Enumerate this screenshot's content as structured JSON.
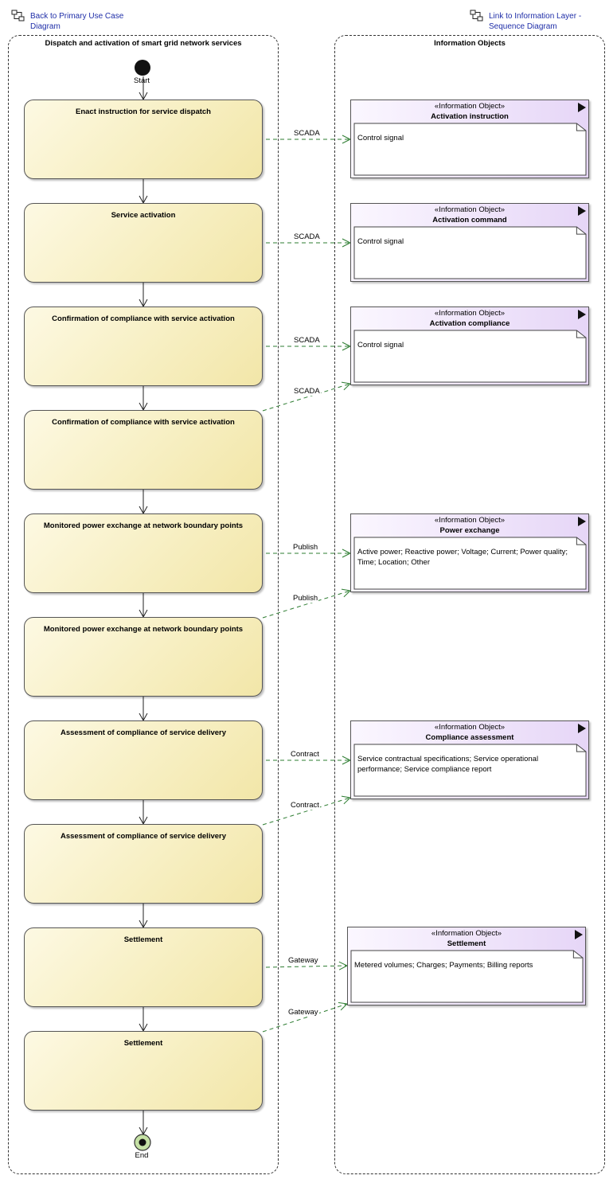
{
  "links": {
    "back": "Back to Primary Use Case Diagram",
    "info_layer": "Link to Information Layer - Sequence Diagram"
  },
  "partitions": {
    "left_title": "Dispatch and activation of smart grid network services",
    "right_title": "Information Objects"
  },
  "start_label": "Start",
  "end_label": "End",
  "actions": [
    {
      "label": "Enact instruction for service dispatch"
    },
    {
      "label": "Service activation"
    },
    {
      "label": "Confirmation of compliance with service activation"
    },
    {
      "label": "Confirmation of compliance with service activation"
    },
    {
      "label": "Monitored power exchange at network boundary points"
    },
    {
      "label": "Monitored power exchange at network boundary points"
    },
    {
      "label": "Assessment of compliance of service delivery"
    },
    {
      "label": "Assessment of compliance of service delivery"
    },
    {
      "label": "Settlement"
    },
    {
      "label": "Settlement"
    }
  ],
  "info_objects": [
    {
      "stereotype": "«Information Object»",
      "name": "Activation instruction",
      "note": "Control signal"
    },
    {
      "stereotype": "«Information Object»",
      "name": "Activation command",
      "note": "Control signal"
    },
    {
      "stereotype": "«Information Object»",
      "name": "Activation compliance",
      "note": "Control signal"
    },
    {
      "stereotype": "«Information Object»",
      "name": "Power exchange",
      "note": "Active power; Reactive power; Voltage; Current; Power quality; Time; Location; Other"
    },
    {
      "stereotype": "«Information Object»",
      "name": "Compliance assessment",
      "note": "Service contractual specifications; Service operational performance; Service compliance report"
    },
    {
      "stereotype": "«Information Object»",
      "name": "Settlement",
      "note": "Metered volumes; Charges; Payments; Billing reports"
    }
  ],
  "flow_labels": [
    "SCADA",
    "SCADA",
    "SCADA",
    "SCADA",
    "Publish",
    "Publish",
    "Contract",
    "Contract",
    "Gateway",
    "Gateway"
  ],
  "colors": {
    "flow": "#2e7d32",
    "action_fill": "#f7efc2",
    "info_fill": "#e6d6f7",
    "end_fill": "#c5e1a5"
  }
}
